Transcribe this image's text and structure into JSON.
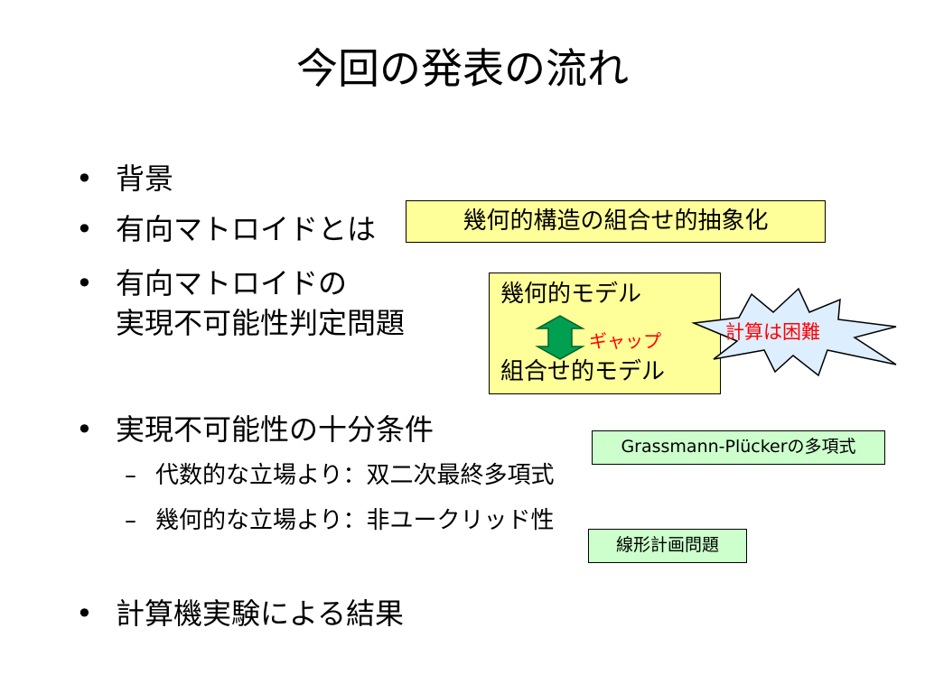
{
  "slide": {
    "title": "今回の発表の流れ",
    "bullets": [
      "背景",
      "有向マトロイドとは",
      "有向マトロイドの",
      "実現不可能性判定問題",
      "実現不可能性の十分条件",
      "計算機実験による結果"
    ],
    "sub_items": [
      "代数的な立場より：双二次最終多項式",
      "幾何的な立場より：非ユークリッド性"
    ],
    "bullet_marker": "•",
    "sub_marker": "–",
    "callouts": {
      "abstraction": "幾何的構造の組合せ的抽象化",
      "geometric_model": "幾何的モデル",
      "combinatorial_model": "組合せ的モデル",
      "gap": "ギャップ",
      "difficult": "計算は困難",
      "polynomial": "Grassmann-Plückerの多項式",
      "lp": "線形計画問題"
    },
    "colors": {
      "yellow_box": "#ffff99",
      "green_box": "#ccffcc",
      "arrow_fill": "#00a050",
      "burst_fill": "#ddeeff",
      "highlight_text": "#ff0000"
    }
  }
}
